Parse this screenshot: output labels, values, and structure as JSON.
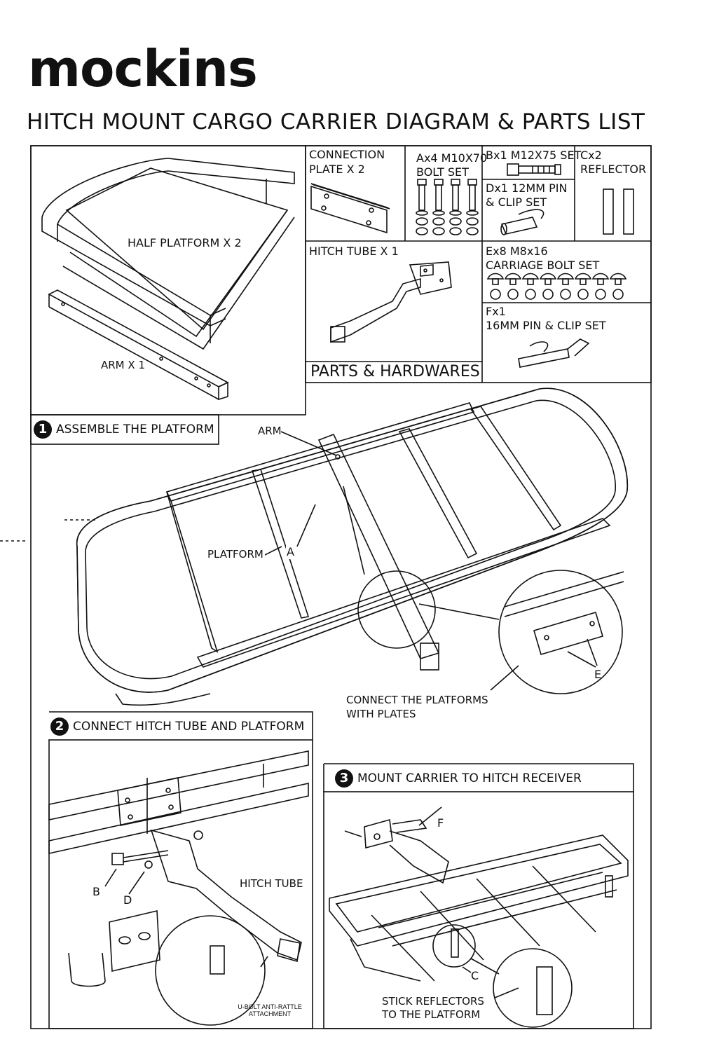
{
  "brand": {
    "logo": "mockins"
  },
  "title": "HITCH MOUNT CARGO CARRIER DIAGRAM & PARTS LIST",
  "parts": {
    "half_platform": "HALF PLATFORM X 2",
    "arm": "ARM X 1",
    "connection_plate": [
      "CONNECTION",
      "PLATE X 2"
    ],
    "a": [
      "Ax4 M10X70",
      "BOLT SET"
    ],
    "b": "Bx1 M12X75 SET",
    "c": [
      "Cx2",
      "REFLECTOR"
    ],
    "d": [
      "Dx1 12MM PIN",
      "& CLIP SET"
    ],
    "hitch_tube": "HITCH TUBE X 1",
    "e": [
      "Ex8 M8x16",
      "CARRIAGE BOLT SET"
    ],
    "f": [
      "Fx1",
      "16MM PIN & CLIP SET"
    ],
    "header": "PARTS & HARDWARES"
  },
  "step1": {
    "number": "1",
    "title": "ASSEMBLE THE PLATFORM",
    "arm_label": "ARM",
    "platform_label": "PLATFORM",
    "a_label": "A",
    "e_label": "E",
    "caption": [
      "CONNECT THE PLATFORMS",
      "WITH PLATES"
    ]
  },
  "step2": {
    "number": "2",
    "title": "CONNECT HITCH TUBE AND PLATFORM",
    "b_label": "B",
    "d_label": "D",
    "hitch_tube_label": "HITCH TUBE",
    "ubolt": [
      "U-BOLT ANTI-RATTLE",
      "ATTACHMENT"
    ]
  },
  "step3": {
    "number": "3",
    "title": "MOUNT CARRIER TO HITCH RECEIVER",
    "f_label": "F",
    "c_label": "C",
    "caption": [
      "STICK REFLECTORS",
      "TO THE PLATFORM"
    ]
  }
}
